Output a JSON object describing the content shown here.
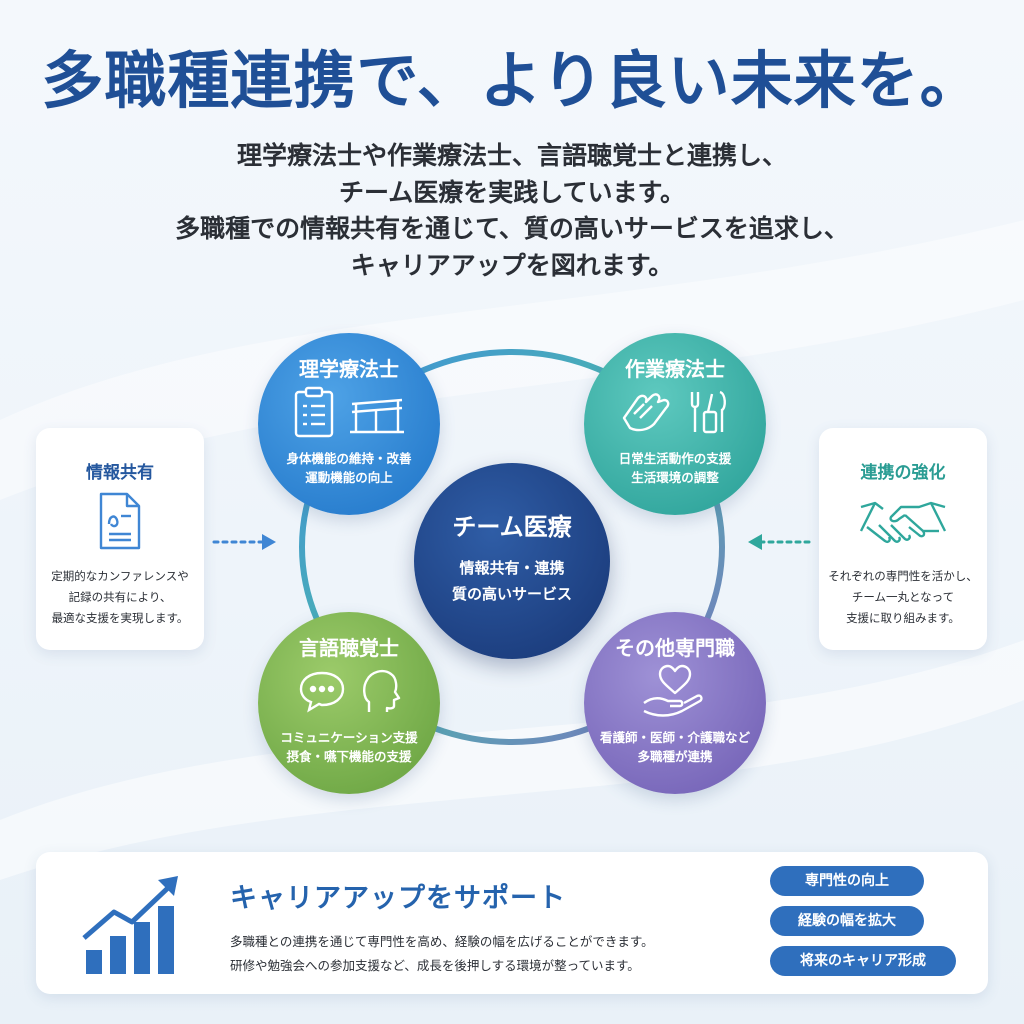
{
  "title": "多職種連携で、より良い未来を。",
  "lead": {
    "lines": [
      "理学療法士や作業療法士、言語聴覚士と連携し、",
      "チーム医療を実践しています。",
      "多職種での情報共有を通じて、質の高いサービスを追求し、",
      "キャリアアップを図れます。"
    ]
  },
  "center": {
    "title": "チーム医療",
    "lines": [
      "情報共有・連携",
      "質の高いサービス"
    ]
  },
  "nodes": {
    "pt": {
      "title": "理学療法士",
      "lines": [
        "身体機能の維持・改善",
        "運動機能の向上"
      ],
      "icons": [
        "clipboard-icon",
        "parallel-bars-icon"
      ]
    },
    "ot": {
      "title": "作業療法士",
      "lines": [
        "日常生活動作の支援",
        "生活環境の調整"
      ],
      "icons": [
        "hand-icon",
        "utensils-icon"
      ]
    },
    "st": {
      "title": "言語聴覚士",
      "lines": [
        "コミュニケーション支援",
        "摂食・嚥下機能の支援"
      ],
      "icons": [
        "speech-bubble-icon",
        "head-profile-icon"
      ]
    },
    "other": {
      "title": "その他専門職",
      "lines": [
        "看護師・医師・介護職など",
        "多職種が連携"
      ],
      "icons": [
        "heart-hand-icon"
      ]
    }
  },
  "info": {
    "title": "情報共有",
    "lines": [
      "定期的なカンファレンスや",
      "記録の共有により、",
      "最適な支援を実現します。"
    ],
    "icon": "document-icon"
  },
  "strengthen": {
    "title": "連携の強化",
    "lines": [
      "それぞれの専門性を活かし、",
      "チーム一丸となって",
      "支援に取り組みます。"
    ],
    "icon": "handshake-icon"
  },
  "career": {
    "title": "キャリアアップをサポート",
    "lines": [
      "多職種との連携を通じて専門性を高め、経験の幅を広げることができます。",
      "研修や勉強会への参加支援など、成長を後押しする環境が整っています。"
    ],
    "icon": "growth-chart-icon",
    "tags": [
      "専門性の向上",
      "経験の幅を拡大",
      "将来のキャリア形成"
    ]
  },
  "colors": {
    "title": "#1f4f96",
    "pt": "#2a7fcf",
    "ot": "#34a89f",
    "st": "#72aa48",
    "other": "#7a69bb",
    "center": "#1d3f80",
    "tag": "#2f6fbd"
  }
}
